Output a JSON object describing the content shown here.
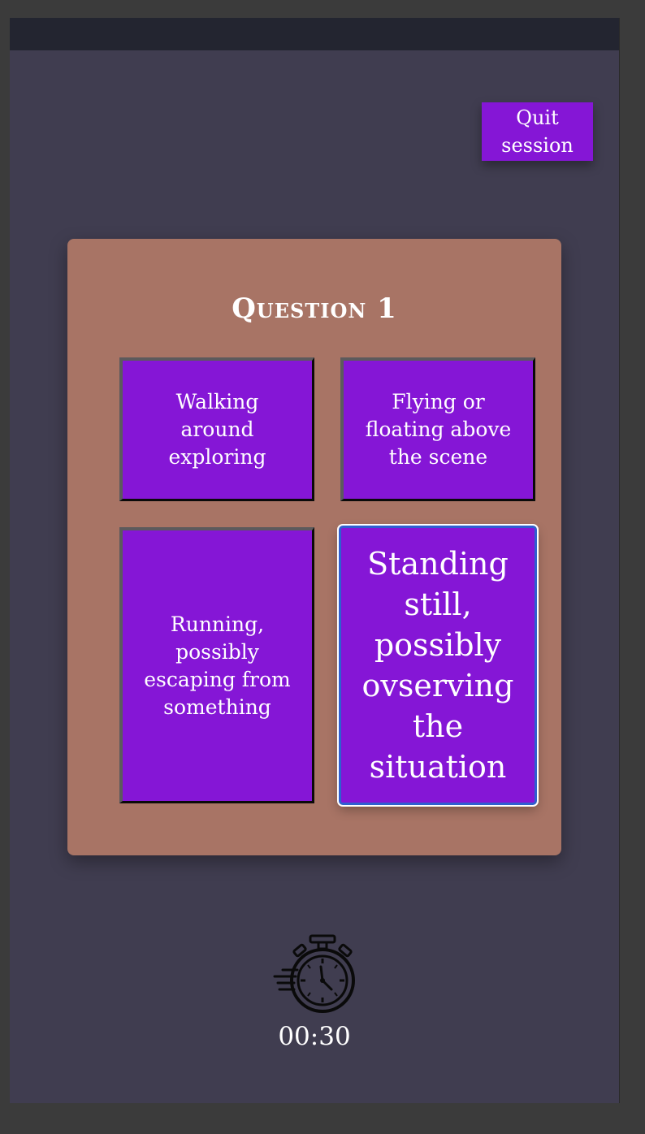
{
  "header": {
    "quit_label": "Quit session"
  },
  "question": {
    "title": "Question 1",
    "answers": [
      {
        "label": "Walking around exploring",
        "selected": false
      },
      {
        "label": "Flying or floating above the scene",
        "selected": false
      },
      {
        "label": "Running, possibly escaping from something",
        "selected": false
      },
      {
        "label": "Standing still, possibly ovserving the situation",
        "selected": true
      }
    ]
  },
  "timer": {
    "icon": "stopwatch-icon",
    "value": "00:30"
  },
  "colors": {
    "accent": "#8516d6",
    "card": "#a87465",
    "background": "#403d50",
    "topbar": "#232530",
    "selected_border": "#2f5fd0"
  }
}
